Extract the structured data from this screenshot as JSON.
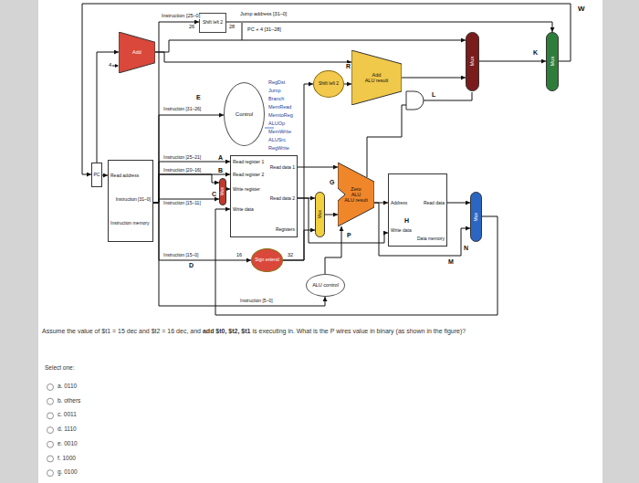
{
  "diagram": {
    "nodes": [
      {
        "text": [
          "Add"
        ]
      },
      {
        "text": [
          "Shift left 2"
        ]
      },
      {
        "text": [
          "Mux"
        ]
      },
      {
        "text": [
          "Mux"
        ]
      },
      {
        "text": [
          "Shift left 2"
        ]
      },
      {
        "text": [
          "Add",
          "ALU result"
        ]
      },
      {
        "text": [
          "Control"
        ]
      },
      {
        "text": [
          "PC"
        ]
      },
      {
        "text": [
          "Read address",
          "Instruction [31–0]",
          "Instruction memory"
        ]
      },
      {
        "text": [
          "Read register 1",
          "Read data 1",
          "Read register 2",
          "Write register",
          "Read data 2",
          "Write data",
          "Registers"
        ]
      },
      {
        "text": [
          "Mux"
        ]
      },
      {
        "text": [
          "Sign extend"
        ]
      },
      {
        "text": [
          "ALU control"
        ]
      },
      {
        "text": [
          "Mux"
        ]
      },
      {
        "text": [
          "Zero",
          "ALU",
          "ALU result"
        ]
      },
      {
        "text": [
          "Address",
          "Read data",
          "Write data",
          "Data memory"
        ]
      },
      {
        "text": [
          "Mux"
        ]
      }
    ],
    "edges": [
      {
        "from": 7,
        "to": 0,
        "arrow": "to"
      },
      {
        "from": 0,
        "to": 2,
        "arrow": "to"
      },
      {
        "from": 0,
        "to": 5,
        "arrow": "to"
      },
      {
        "from": 1,
        "to": 3,
        "arrow": "to"
      },
      {
        "from": 2,
        "to": 3,
        "arrow": "to"
      },
      {
        "from": 3,
        "to": 7,
        "arrow": "to"
      },
      {
        "from": 5,
        "to": 2,
        "arrow": "to"
      },
      {
        "from": 4,
        "to": 5,
        "arrow": "to"
      },
      {
        "from": 11,
        "to": 4,
        "arrow": "to"
      },
      {
        "from": 7,
        "to": 8,
        "arrow": "to"
      },
      {
        "from": 8,
        "to": 6,
        "arrow": "to"
      },
      {
        "from": 8,
        "to": 9,
        "arrow": "to"
      },
      {
        "from": 8,
        "to": 9,
        "arrow": "to"
      },
      {
        "from": 8,
        "to": 10,
        "arrow": "to"
      },
      {
        "from": 8,
        "to": 10,
        "arrow": "to"
      },
      {
        "from": 10,
        "to": 9,
        "arrow": "to"
      },
      {
        "from": 8,
        "to": 11,
        "arrow": "to"
      },
      {
        "from": 8,
        "to": 12,
        "arrow": "to"
      },
      {
        "from": 9,
        "to": 14,
        "arrow": "to"
      },
      {
        "from": 9,
        "to": 13,
        "arrow": "to"
      },
      {
        "from": 9,
        "to": 15,
        "arrow": "to"
      },
      {
        "from": 12,
        "to": 14,
        "arrow": "to"
      },
      {
        "from": 11,
        "to": 13,
        "arrow": "to"
      },
      {
        "from": 13,
        "to": 14,
        "arrow": "to"
      },
      {
        "from": 14,
        "to": 15,
        "arrow": "to"
      },
      {
        "from": 14,
        "to": 16,
        "arrow": "to"
      },
      {
        "from": 15,
        "to": 16,
        "arrow": "to"
      },
      {
        "from": 16,
        "to": 9,
        "arrow": "to"
      },
      {
        "from": 8,
        "to": 1,
        "arrow": "to"
      }
    ],
    "labels": [
      "Instruction [25–0]",
      "26",
      "28",
      "Jump address [31–0]",
      "PC + 4 [31–28]",
      "W",
      "K",
      "R",
      "L",
      "4",
      "E",
      "Instruction [31–26]",
      "RegDst",
      "Jump",
      "Branch",
      "MemRead",
      "MemtoReg",
      "ALUOp",
      "MemWrite",
      "ALUSrc",
      "RegWrite",
      "Instruction [25–21]",
      "A",
      "Instruction [20–16]",
      "B",
      "Instruction [15–11]",
      "C",
      "Instruction [15–0]",
      "D",
      "16",
      "32",
      "Instruction [5–0]",
      "P",
      "G",
      "H",
      "M",
      "N",
      "Assume the value of $t1 = 15 dec and $t2 = 16 dec, and",
      "add $t0, $t2, $t1",
      "is executing in. What is the P wires value in binary (as shown in the figure)?",
      "Select one:",
      "a. 0110",
      "b. others",
      "c. 0011",
      "d. 1110",
      "e. 0010",
      "f. 1000",
      "g. 0100"
    ]
  }
}
